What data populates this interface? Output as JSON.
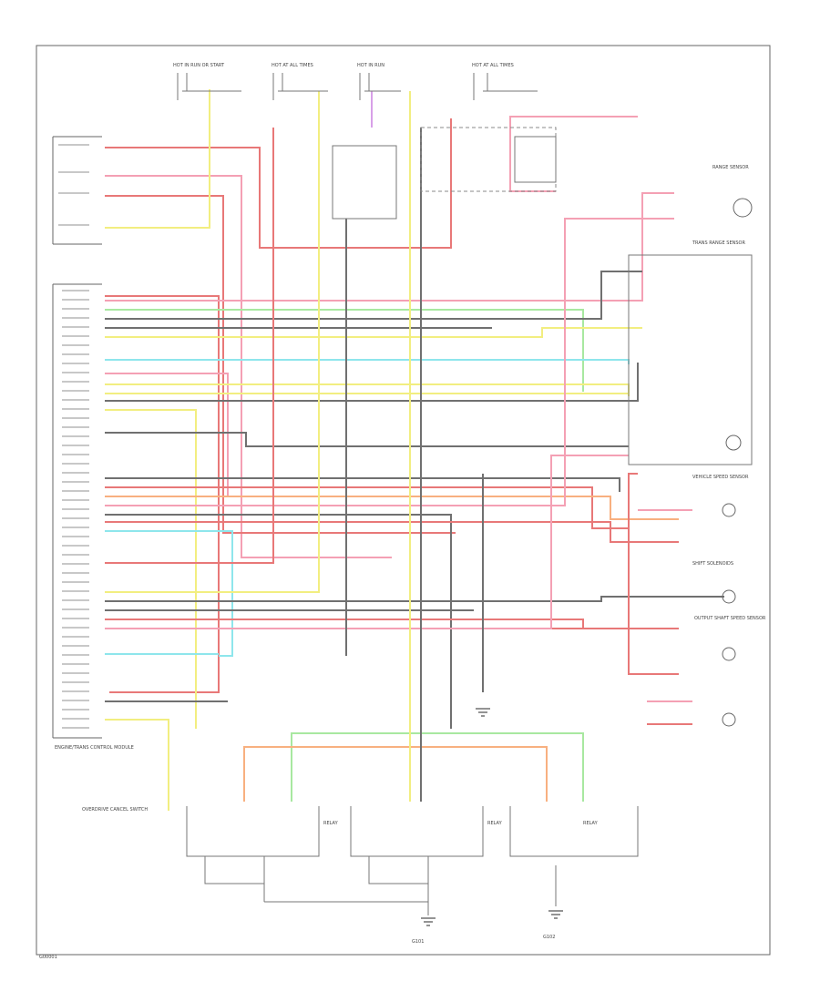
{
  "diagram": {
    "footer_code": "G00001",
    "module_label": "ENGINE/TRANS CONTROL MODULE",
    "top_labels": [
      "HOT IN RUN OR START",
      "HOT AT ALL TIMES",
      "HOT IN RUN",
      "HOT AT ALL TIMES"
    ],
    "right_labels": [
      "RANGE SENSOR",
      "TRANS RANGE SENSOR",
      "VEHICLE SPEED SENSOR",
      "SHIFT SOLENOIDS",
      "OUTPUT SHAFT SPEED SENSOR"
    ],
    "bottom_labels": [
      "OVERDRIVE CANCEL SWITCH",
      "RELAY",
      "RELAY",
      "RELAY"
    ],
    "ground_labels": [
      "G101",
      "G102"
    ]
  },
  "colors": {
    "red": "#e87878",
    "pink": "#f4a0b4",
    "yellow": "#f2ee80",
    "lightgreen": "#a8e8a0",
    "cyan": "#8ee6ec",
    "gray": "#707070",
    "darkred": "#c84850",
    "orange": "#f8b080",
    "violet": "#d8a0e8"
  }
}
